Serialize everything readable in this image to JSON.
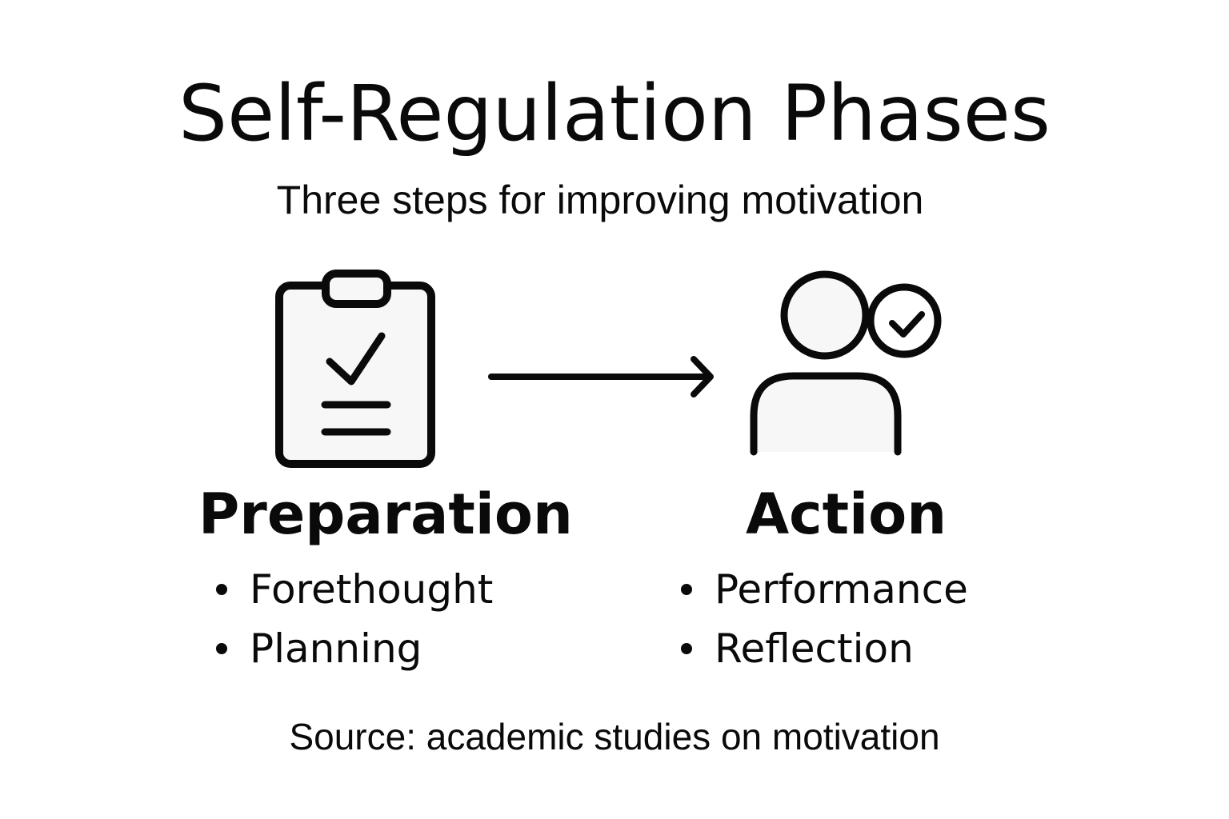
{
  "header": {
    "title": "Self-Regulation Phases",
    "subtitle": "Three steps for improving motivation"
  },
  "diagram": {
    "connector": {
      "icon": "arrow-right-icon"
    },
    "phases": [
      {
        "title": "Preparation",
        "icon": "clipboard-check-icon",
        "items": [
          "Forethought",
          "Planning"
        ]
      },
      {
        "title": "Action",
        "icon": "user-check-icon",
        "items": [
          "Performance",
          "Reflection"
        ]
      }
    ]
  },
  "footer": {
    "source": "Source: academic studies on motivation"
  },
  "colors": {
    "stroke": "#0a0a0a",
    "icon_fill": "#f7f7f7",
    "background": "#ffffff"
  }
}
